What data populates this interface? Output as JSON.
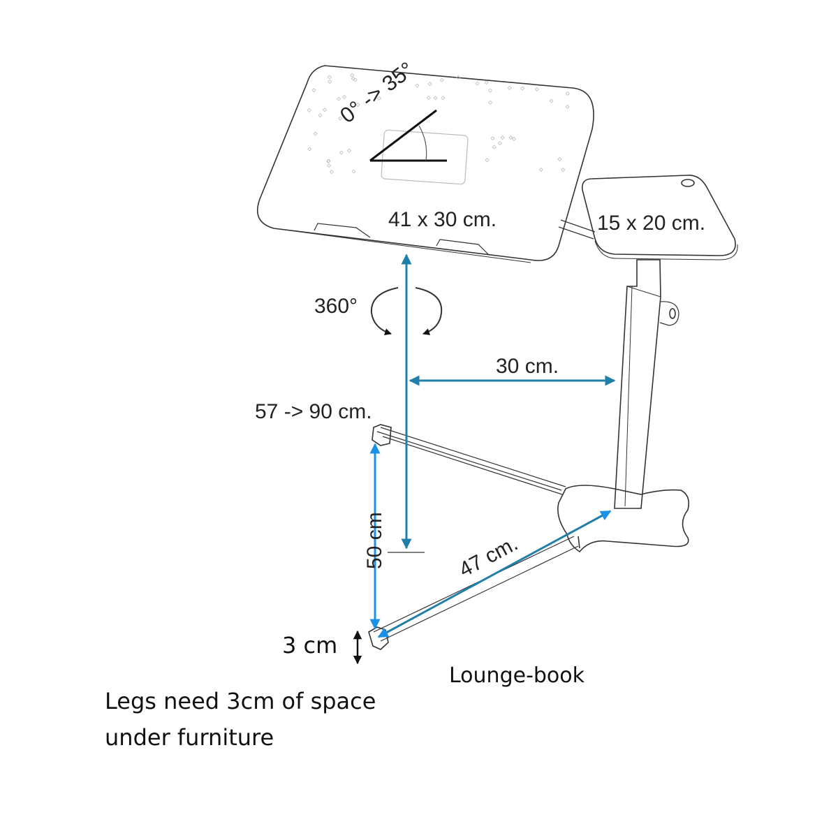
{
  "labels": {
    "tilt": "0° -> 35°",
    "tray_size": "41 x 30 cm.",
    "side_tray_size": "15 x 20 cm.",
    "rotation": "360°",
    "reach": "30 cm.",
    "height_range": "57 -> 90 cm.",
    "leg_height": "50 cm",
    "leg_length": "47 cm.",
    "clearance": "3 cm",
    "product": "Lounge-book",
    "note_line1": "Legs need 3cm of space",
    "note_line2": "under furniture"
  },
  "colors": {
    "dark_arrow": "#1f7fa8",
    "bright_arrow": "#1a90e6",
    "line": "#333333"
  }
}
